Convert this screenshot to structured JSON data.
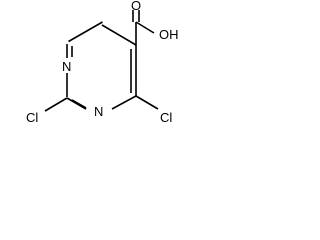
{
  "molecule": {
    "atoms": {
      "n_top": "N",
      "n_bottom": "N",
      "cl_left": "Cl",
      "cl_right": "Cl",
      "o_carbonyl": "O",
      "oh": "OH"
    },
    "colors": {
      "bond": "#000000",
      "label": "#000000",
      "background": "#ffffff"
    }
  }
}
